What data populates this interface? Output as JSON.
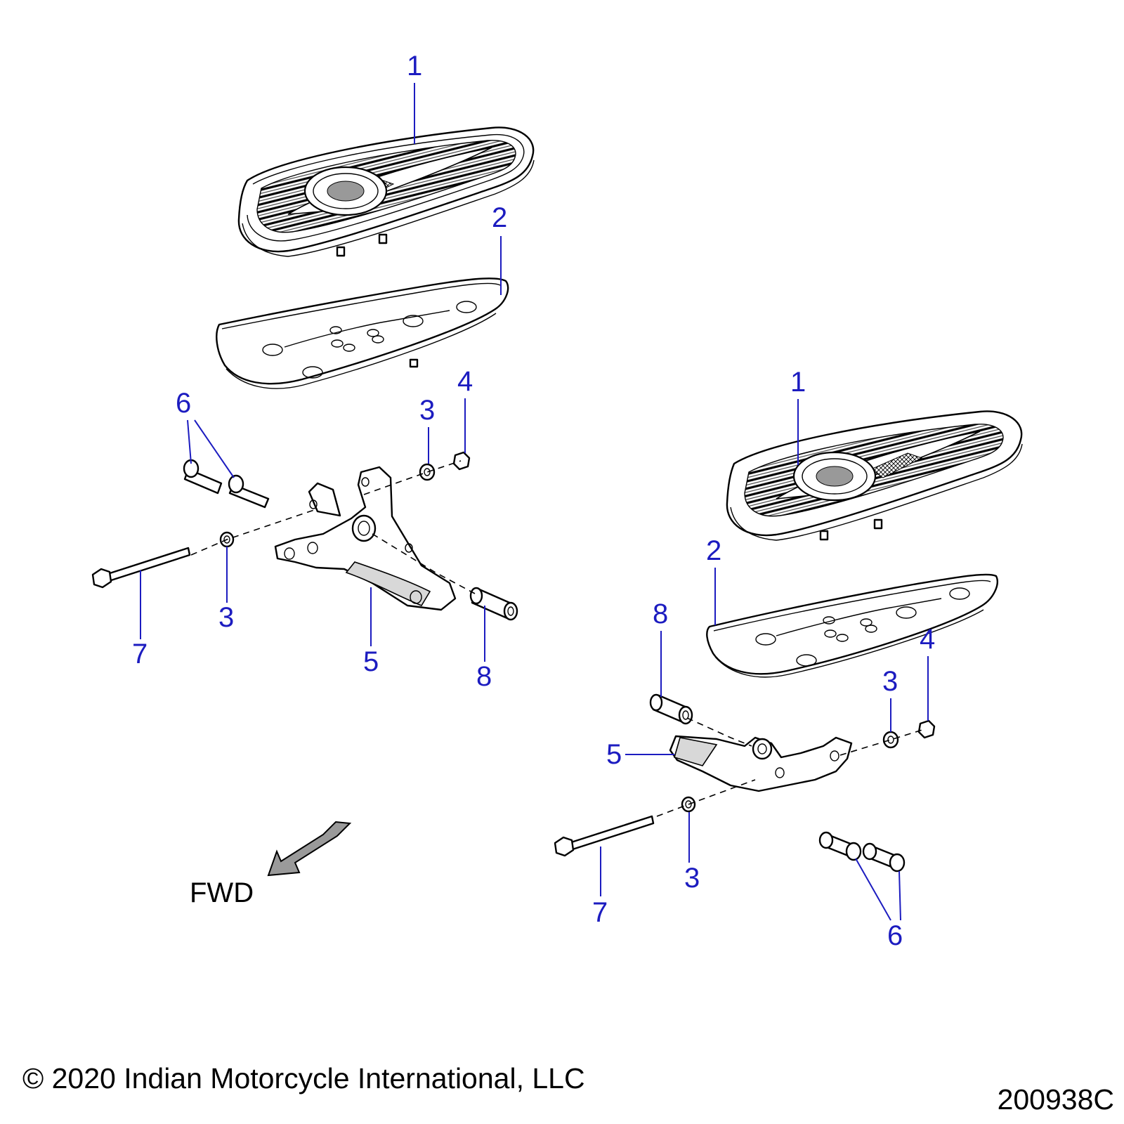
{
  "callouts": {
    "left": {
      "c1": "1",
      "c2": "2",
      "c3a": "3",
      "c3b": "3",
      "c4": "4",
      "c5": "5",
      "c6": "6",
      "c7": "7",
      "c8": "8"
    },
    "right": {
      "c1": "1",
      "c2": "2",
      "c3a": "3",
      "c3b": "3",
      "c4": "4",
      "c5": "5",
      "c6": "6",
      "c7": "7",
      "c8": "8"
    }
  },
  "direction_label": "FWD",
  "copyright": "© 2020 Indian Motorcycle International, LLC",
  "drawing_number": "200938C",
  "colors": {
    "callout": "#1c1cc0",
    "line": "#000000",
    "arrow_fill": "#9a9a9a"
  }
}
